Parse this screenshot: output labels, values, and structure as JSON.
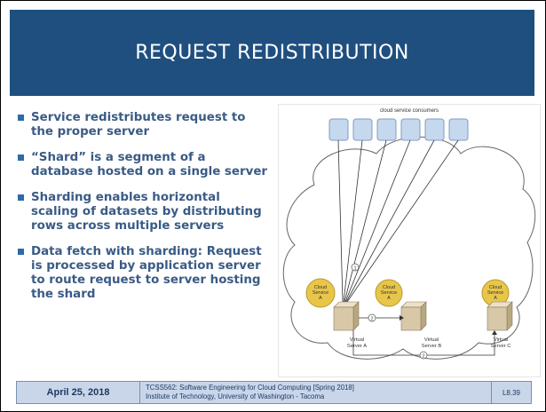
{
  "slide": {
    "title": "REQUEST REDISTRIBUTION",
    "bullets": [
      "Service redistributes request to the proper server",
      "“Shard” is a segment of a database hosted on a single server",
      "Sharding enables horizontal scaling of datasets by distributing rows across multiple servers",
      "Data fetch with sharding: Request is processed by application server to route request to server hosting the shard"
    ]
  },
  "diagram": {
    "consumers_label": "cloud service consumers",
    "consumer_count": 6,
    "services": [
      {
        "label_line1": "Cloud",
        "label_line2": "Service",
        "label_line3": "A"
      },
      {
        "label_line1": "Cloud",
        "label_line2": "Service",
        "label_line3": "A"
      },
      {
        "label_line1": "Cloud",
        "label_line2": "Service",
        "label_line3": "A"
      }
    ],
    "servers": [
      {
        "label_line1": "Virtual",
        "label_line2": "Server A"
      },
      {
        "label_line1": "Virtual",
        "label_line2": "Server B"
      },
      {
        "label_line1": "Virtual",
        "label_line2": "Server C"
      }
    ],
    "step_labels": [
      "1",
      "2",
      "2"
    ],
    "colors": {
      "consumer_fill": "#c5d8ee",
      "consumer_stroke": "#7f9cc0",
      "service_fill": "#e8c64a",
      "server_fill": "#d8c8a8"
    }
  },
  "footer": {
    "date": "April 25, 2018",
    "course_line1": "TCSS562: Software Engineering for Cloud Computing [Spring 2018]",
    "course_line2": "Institute of Technology, University of Washington - Tacoma",
    "page": "L8.39"
  },
  "colors": {
    "title_bar": "#1f4f7f",
    "bullet_text": "#3a5b85",
    "footer_bg": "#c9d6ea"
  }
}
